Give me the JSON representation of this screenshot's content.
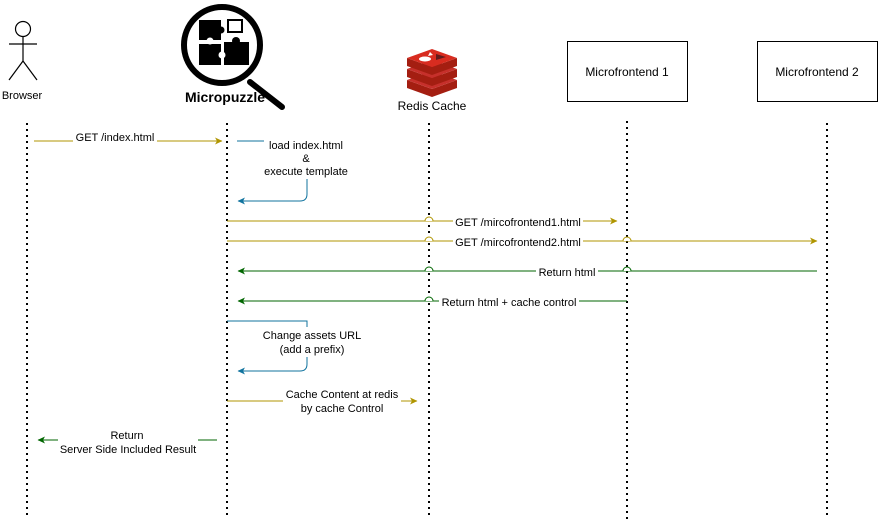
{
  "participants": {
    "browser": "Browser",
    "micropuzzle": "Micropuzzle",
    "redis": "Redis Cache",
    "mf1": "Microfrontend 1",
    "mf2": "Microfrontend 2"
  },
  "messages": {
    "get_index": "GET /index.html",
    "load_index": [
      "load index.html",
      "&",
      "execute template"
    ],
    "get_mf1": "GET /mircofrontend1.html",
    "get_mf2": "GET /mircofrontend2.html",
    "return_html": "Return html",
    "return_html_cache": "Return html + cache control",
    "change_assets": [
      "Change assets URL",
      "(add a prefix)"
    ],
    "cache_content": [
      "Cache Content at redis",
      "by cache Control"
    ],
    "return_result": [
      "Return",
      "Server Side Included Result"
    ]
  },
  "colors": {
    "request": "#b09500",
    "self_call": "#10739e",
    "response": "#006600",
    "redis_red": "#c6302b"
  },
  "icons": {
    "browser": "stick-figure-icon",
    "micropuzzle": "puzzle-magnifier-logo",
    "redis": "redis-stack-icon"
  }
}
